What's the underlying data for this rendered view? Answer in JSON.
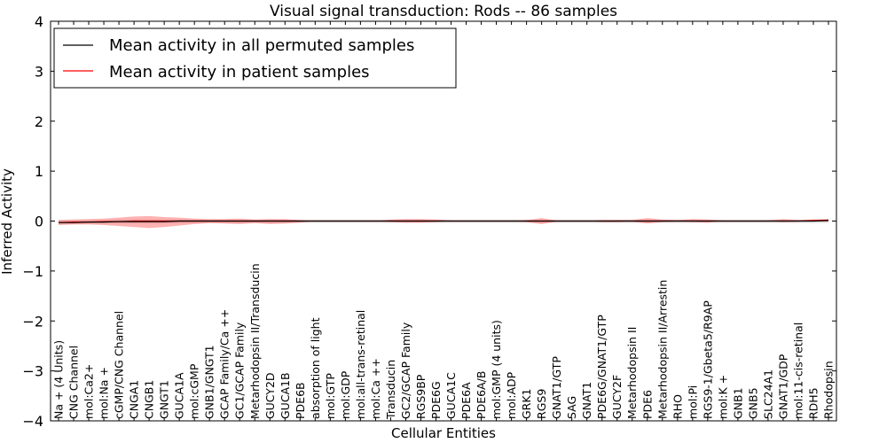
{
  "chart_data": {
    "type": "line",
    "title": "Visual signal transduction: Rods -- 86 samples",
    "xlabel": "Cellular Entities",
    "ylabel": "Inferred Activity",
    "ylim": [
      -4,
      4
    ],
    "yticks": [
      4,
      3,
      2,
      1,
      0,
      -1,
      -2,
      -3,
      -4
    ],
    "grid": false,
    "legend_position": "top-left",
    "categories": [
      "Na + (4 Units)",
      "CNG Channel",
      "mol:Ca2+",
      "mol:Na +",
      "cGMP/CNG Channel",
      "CNGA1",
      "CNGB1",
      "GNGT1",
      "GUCA1A",
      "mol:cGMP",
      "GNB1/GNGT1",
      "GCAP Family/Ca ++",
      "GC1/GCAP Family",
      "Metarhodopsin II/Transducin",
      "GUCY2D",
      "GUCA1B",
      "PDE6B",
      "absorption of light",
      "mol:GTP",
      "mol:GDP",
      "mol:all-trans-retinal",
      "mol:Ca ++",
      "Transducin",
      "GC2/GCAP Family",
      "RGS9BP",
      "PDE6G",
      "GUCA1C",
      "PDE6A",
      "PDE6A/B",
      "mol:GMP (4 units)",
      "mol:ADP",
      "GRK1",
      "RGS9",
      "GNAT1/GTP",
      "SAG",
      "GNAT1",
      "PDE6G/GNAT1/GTP",
      "GUCY2F",
      "Metarhodopsin II",
      "PDE6",
      "Metarhodopsin II/Arrestin",
      "RHO",
      "mol:Pi",
      "RGS9-1/Gbeta5/R9AP",
      "mol:K +",
      "GNB1",
      "GNB5",
      "SLC24A1",
      "GNAT1/GDP",
      "mol:11-cis-retinal",
      "RDH5",
      "Rhodopsin"
    ],
    "series": [
      {
        "name": "Mean activity in all permuted samples",
        "color": "#000000",
        "values": [
          -0.03,
          -0.03,
          -0.02,
          -0.02,
          -0.01,
          -0.01,
          -0.01,
          -0.01,
          0,
          0,
          0,
          0,
          0,
          0,
          0,
          0,
          0,
          0,
          0,
          0,
          0,
          0,
          0,
          0,
          0,
          0,
          0,
          0,
          0,
          0,
          0,
          0,
          0,
          0,
          0,
          0,
          0,
          0,
          0,
          0,
          0,
          0,
          0,
          0,
          0,
          0,
          0,
          0,
          0,
          0,
          0,
          0.01
        ],
        "band_low": [
          -0.06,
          -0.06,
          -0.05,
          -0.05,
          -0.05,
          -0.05,
          -0.05,
          -0.05,
          -0.04,
          -0.04,
          -0.04,
          -0.04,
          -0.04,
          -0.04,
          -0.04,
          -0.04,
          -0.04,
          -0.04,
          -0.04,
          -0.04,
          -0.04,
          -0.04,
          -0.04,
          -0.04,
          -0.04,
          -0.04,
          -0.04,
          -0.04,
          -0.04,
          -0.04,
          -0.04,
          -0.04,
          -0.04,
          -0.04,
          -0.04,
          -0.04,
          -0.04,
          -0.04,
          -0.04,
          -0.04,
          -0.04,
          -0.04,
          -0.04,
          -0.04,
          -0.04,
          -0.04,
          -0.04,
          -0.04,
          -0.04,
          -0.04,
          -0.04,
          -0.04
        ],
        "band_high": [
          0.02,
          0.02,
          0.02,
          0.02,
          0.03,
          0.03,
          0.03,
          0.03,
          0.03,
          0.03,
          0.03,
          0.03,
          0.03,
          0.03,
          0.03,
          0.03,
          0.03,
          0.03,
          0.03,
          0.03,
          0.03,
          0.03,
          0.03,
          0.03,
          0.03,
          0.03,
          0.03,
          0.03,
          0.03,
          0.03,
          0.03,
          0.03,
          0.03,
          0.03,
          0.03,
          0.03,
          0.03,
          0.03,
          0.03,
          0.03,
          0.03,
          0.03,
          0.03,
          0.03,
          0.03,
          0.03,
          0.03,
          0.03,
          0.03,
          0.03,
          0.03,
          0.04
        ]
      },
      {
        "name": "Mean activity in patient samples",
        "color": "#ff0000",
        "values": [
          -0.03,
          -0.02,
          -0.02,
          -0.01,
          -0.01,
          0,
          0,
          0,
          0,
          0,
          0,
          0,
          0,
          0,
          0,
          0,
          0,
          0,
          0,
          0,
          0,
          0,
          0,
          0,
          0,
          0,
          0,
          0,
          0,
          0,
          0,
          0,
          0,
          0,
          0,
          0,
          0,
          0,
          0,
          0,
          0,
          0,
          0,
          0,
          0,
          0,
          0,
          0,
          0,
          0,
          0.01,
          0.02
        ],
        "band_low": [
          -0.08,
          -0.07,
          -0.07,
          -0.08,
          -0.1,
          -0.12,
          -0.14,
          -0.12,
          -0.09,
          -0.06,
          -0.04,
          -0.05,
          -0.06,
          -0.04,
          -0.06,
          -0.05,
          -0.03,
          0,
          0,
          0,
          0,
          0,
          -0.02,
          -0.03,
          -0.03,
          -0.02,
          0,
          0,
          0,
          0,
          0,
          -0.02,
          -0.06,
          -0.01,
          0,
          0,
          -0.02,
          -0.02,
          -0.01,
          -0.05,
          -0.02,
          -0.01,
          -0.02,
          -0.03,
          0,
          0,
          0,
          0,
          -0.02,
          -0.01,
          -0.01,
          -0.01
        ],
        "band_high": [
          0.02,
          0.03,
          0.04,
          0.05,
          0.07,
          0.09,
          0.1,
          0.08,
          0.07,
          0.05,
          0.04,
          0.04,
          0.05,
          0.03,
          0.04,
          0.04,
          0.02,
          0,
          0,
          0,
          0,
          0,
          0.03,
          0.04,
          0.04,
          0.03,
          0.01,
          0,
          0,
          0,
          0,
          0.02,
          0.06,
          0.01,
          0,
          0,
          0.02,
          0.02,
          0.02,
          0.06,
          0.03,
          0.02,
          0.04,
          0.03,
          0.01,
          0,
          0,
          0.01,
          0.04,
          0.02,
          0.03,
          0.03
        ]
      }
    ]
  }
}
